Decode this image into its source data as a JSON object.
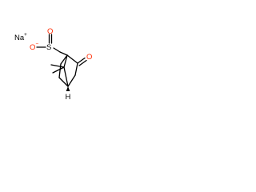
{
  "structure": {
    "atoms": {
      "sodium": "Na",
      "sodium_charge": "+",
      "sulfinate_oxygen": "O",
      "sulfinate_oxygen_charge": "−",
      "sulfur": "S",
      "sulfinyl_oxygen": "O",
      "ketone_oxygen": "O",
      "bridgehead_hydrogen": "H"
    },
    "colors": {
      "bond": "#000000",
      "oxygen": "#ff2a00",
      "sulfur": "#b8860b",
      "text": "#000000"
    }
  }
}
